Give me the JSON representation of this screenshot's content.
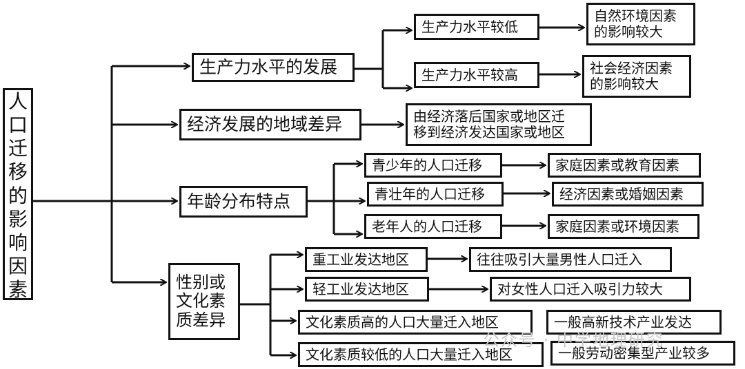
{
  "root": {
    "label": "人口迁移的影响因素"
  },
  "level1": {
    "productivity": "生产力水平的发展",
    "regional": "经济发展的地域差异",
    "age": "年龄分布特点",
    "gender_culture": "性别或\n文化素\n质差异"
  },
  "level2": {
    "prod_low": "生产力水平较低",
    "prod_high": "生产力水平较高",
    "regional_result": "由经济落后国家或地区迁\n移到经济发达国家或地区",
    "age_youth": "青少年的人口迁移",
    "age_adult": "青壮年的人口迁移",
    "age_elder": "老年人的人口迁移",
    "heavy_industry": "重工业发达地区",
    "light_industry": "轻工业发达地区",
    "high_edu": "文化素质高的人口大量迁入地区",
    "low_edu": "文化素质较低的人口大量迁入地区"
  },
  "level3": {
    "prod_low_result": "自然环境因素\n的影响较大",
    "prod_high_result": "社会经济因素\n的影响较大",
    "youth_result": "家庭因素或教育因素",
    "adult_result": "经济因素或婚姻因素",
    "elder_result": "家庭因素或环境因素",
    "heavy_result": "往往吸引大量男性人口迁入",
    "light_result": "对女性人口迁入吸引力较大",
    "high_edu_result": "一般高新技术产业发达",
    "low_edu_result": "一般劳动密集型产业较多"
  },
  "watermark": "公众号 · 中学地理研究"
}
